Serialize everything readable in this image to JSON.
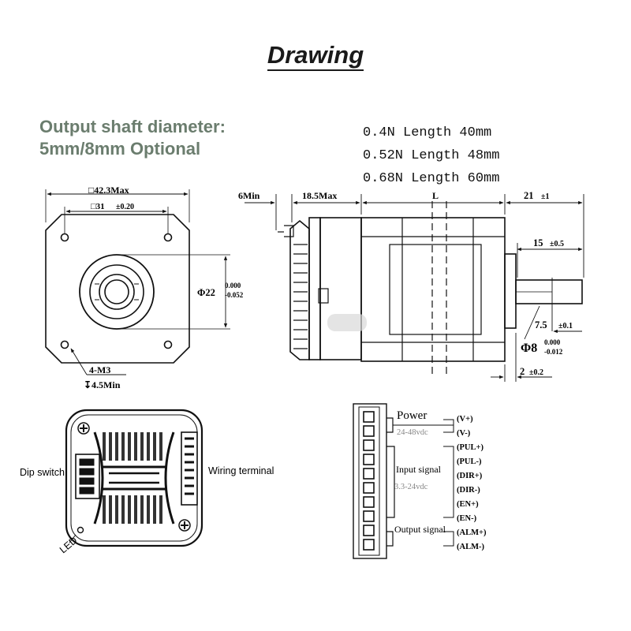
{
  "title": "Drawing",
  "shaft_note": {
    "line1": "Output shaft diameter:",
    "line2": "5mm/8mm Optional"
  },
  "lengths": [
    "0.4N Length 40mm",
    "0.52N Length 48mm",
    "0.68N Length 60mm"
  ],
  "front_view": {
    "dim_outer": "□42.3Max",
    "dim_holes": "□31",
    "dim_holes_tol": "±0.20",
    "dim_boss": "Φ22",
    "dim_boss_tol_upper": "0.000",
    "dim_boss_tol_lower": "-0.052",
    "hole_spec": "4-M3",
    "hole_depth": "↧4.5Min"
  },
  "side_view": {
    "dim_6min": "6Min",
    "dim_18_5": "18.5Max",
    "dim_L": "L",
    "dim_21": "21",
    "dim_21_tol": "±1",
    "dim_15": "15",
    "dim_15_tol": "±0.5",
    "dim_7_5": "7.5",
    "dim_7_5_tol": "±0.1",
    "dim_shaft": "Φ8",
    "dim_shaft_tol_upper": "0.000",
    "dim_shaft_tol_lower": "-0.012",
    "dim_2": "2",
    "dim_2_tol": "±0.2"
  },
  "driver_view": {
    "dip_switch": "Dip switch",
    "wiring_terminal": "Wiring terminal",
    "led": "LED"
  },
  "terminal": {
    "power_label": "Power",
    "power_voltage": "24-48vdc",
    "input_label": "Input signal",
    "input_voltage": "3.3-24vdc",
    "output_label": "Output signal",
    "pins": [
      "(V+)",
      "(V-)",
      "(PUL+)",
      "(PUL-)",
      "(DIR+)",
      "(DIR-)",
      "(EN+)",
      "(EN-)",
      "(ALM+)",
      "(ALM-)"
    ]
  }
}
